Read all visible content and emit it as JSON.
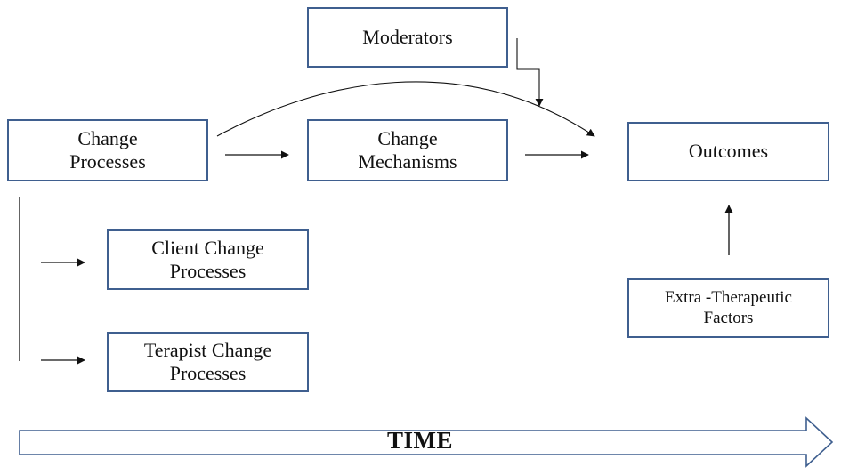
{
  "nodes": {
    "moderators": "Moderators",
    "change_processes": "Change\nProcesses",
    "change_mechanisms": "Change\nMechanisms",
    "outcomes": "Outcomes",
    "client_change_processes": "Client Change\nProcesses",
    "terapist_change_processes": "Terapist Change\nProcesses",
    "extra_therapeutic_factors": "Extra -Therapeutic\nFactors"
  },
  "timeline": {
    "label": "TIME"
  },
  "colors": {
    "box_border": "#3f5f8f",
    "line": "#111111",
    "time_arrow_border": "#3f5f8f"
  }
}
